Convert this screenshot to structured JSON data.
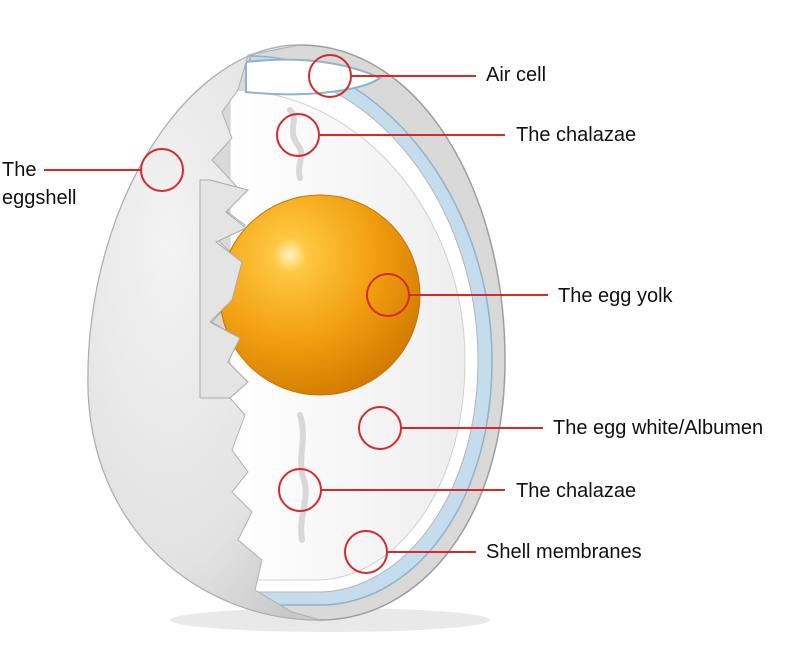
{
  "diagram": {
    "labels": {
      "air_cell": "Air cell",
      "chalazae_top": "The chalazae",
      "eggshell_line1": "The",
      "eggshell_line2": "eggshell",
      "egg_yolk": "The egg yolk",
      "egg_white": "The egg white/Albumen",
      "chalazae_bottom": "The chalazae",
      "shell_membranes": "Shell membranes"
    },
    "colors": {
      "callout": "#d42a2a",
      "shell": "#e6e6e6",
      "shell_shadow": "#bdbdbd",
      "albumen": "#f6f6f6",
      "membrane": "#b8d3e6",
      "yolk": "#f0a010",
      "yolk_dark": "#d77d00",
      "text": "#111111"
    }
  }
}
